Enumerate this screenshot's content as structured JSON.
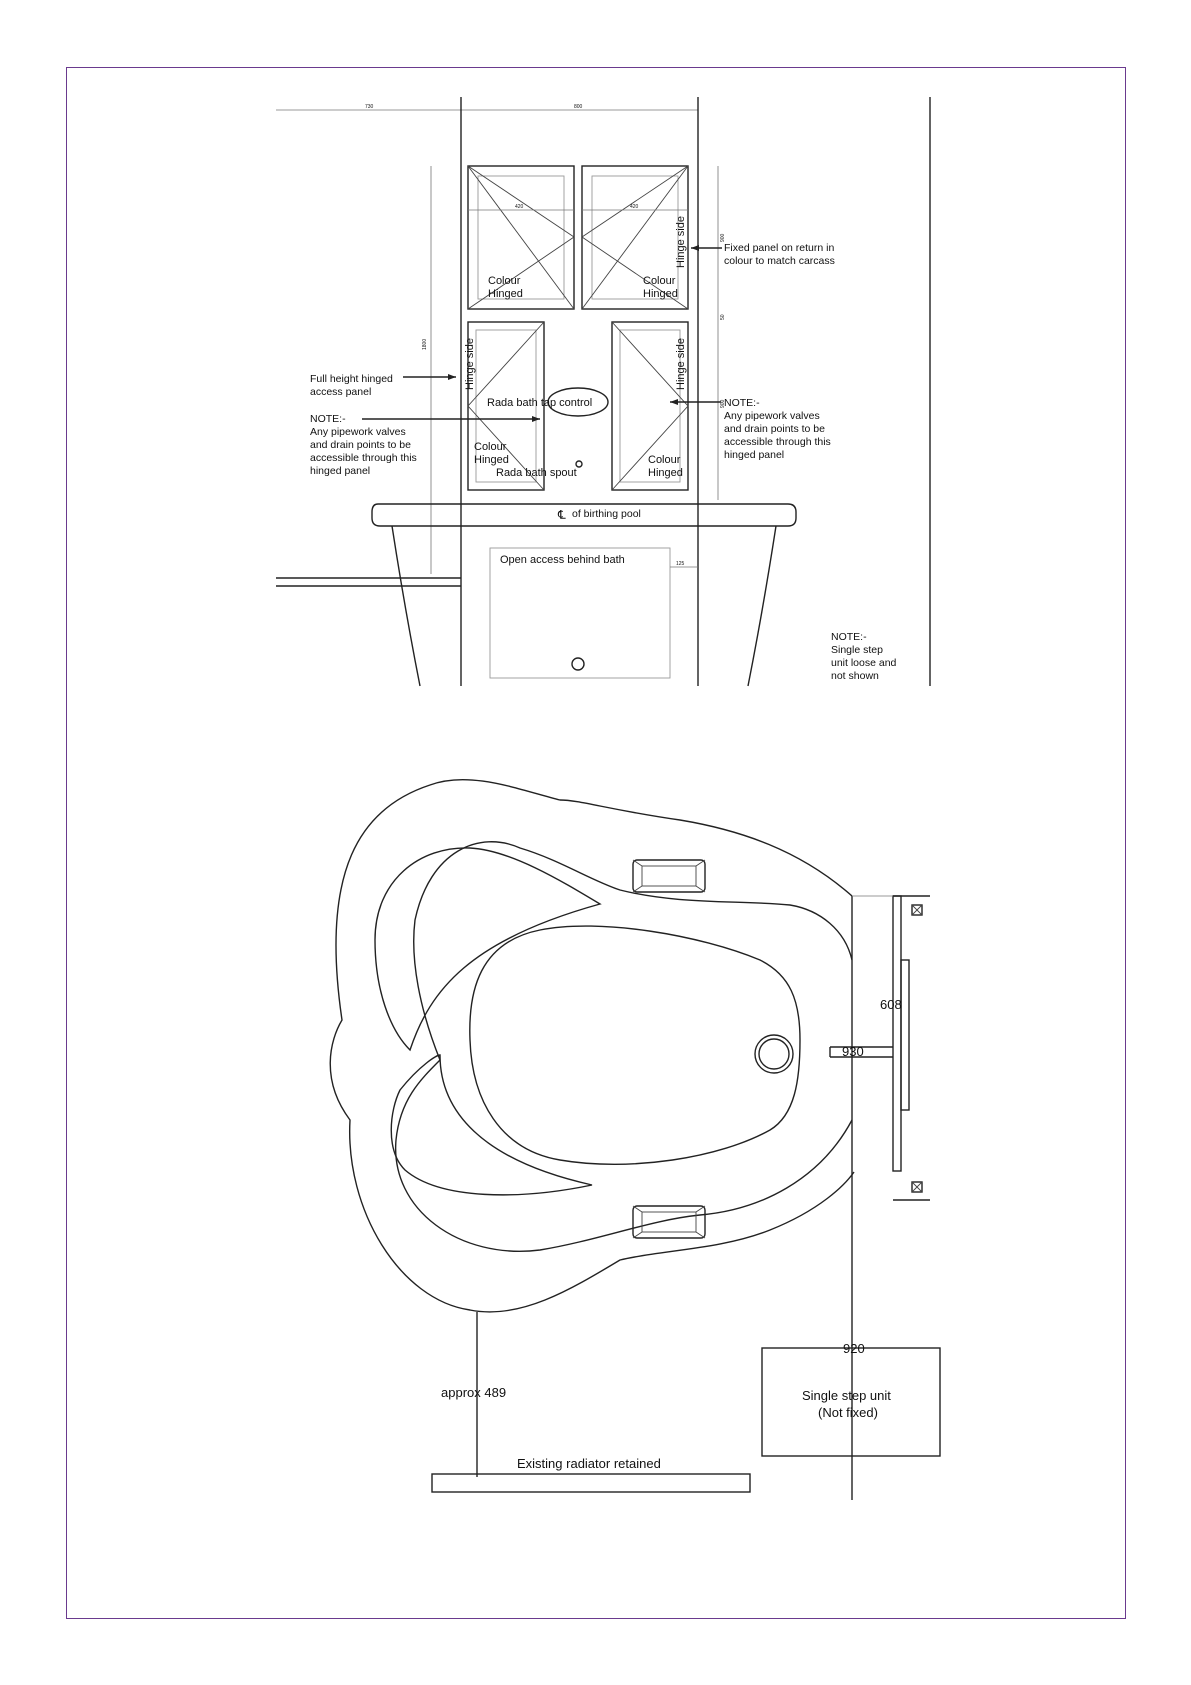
{
  "page": {
    "border_color": "#6a3a8e",
    "line_color": "#222222"
  },
  "elevation": {
    "dimensions": {
      "left_width": "730",
      "center_width": "800",
      "panel_w_left": "420",
      "panel_w_right": "420",
      "upper_h": "900",
      "gap": "50",
      "height": "1800",
      "lower_h": "900",
      "bottom_offset": "125"
    },
    "labels": {
      "colour": "Colour",
      "hinged": "Hinged",
      "hinge_side": "Hinge side",
      "fixed_panel_1": "Fixed panel on return in",
      "fixed_panel_2": "colour to match carcass",
      "full_height_1": "Full height hinged",
      "full_height_2": "access panel",
      "note": "NOTE:-",
      "note_left_1": "Any pipework valves",
      "note_left_2": "and drain points to be",
      "note_left_3": "accessible through this",
      "note_left_4": "hinged panel",
      "tap_control": "Rada bath tap control",
      "spout": "Rada bath spout",
      "cl_symbol": "℄",
      "birthing_pool": "of birthing pool",
      "open_access": "Open access behind bath",
      "step_note_1": "Single step",
      "step_note_2": "unit loose and",
      "step_note_3": "not shown"
    }
  },
  "plan": {
    "dim_608": "608",
    "dim_930": "930",
    "dim_920": "920",
    "dim_approx": "approx 489",
    "radiator": "Existing radiator retained",
    "step_unit_1": "Single step unit",
    "step_unit_2": "(Not fixed)"
  }
}
